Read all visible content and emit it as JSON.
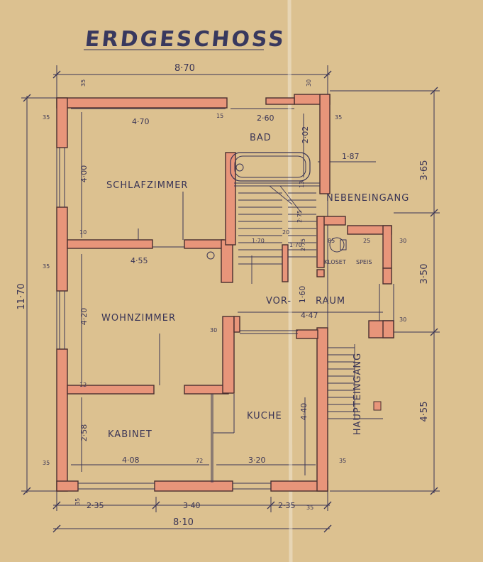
{
  "title": "ERDGESCHOSS",
  "rooms": {
    "bad": "BAD",
    "schlafzimmer": "SCHLAFZIMMER",
    "nebeneingang": "NEBENEINGANG",
    "wohnzimmer": "WOHNZIMMER",
    "vorraum_a": "VOR-",
    "vorraum_b": "RAUM",
    "kloset": "KLOSET",
    "speis": "SPEIS",
    "kabinet": "KABINET",
    "kuche": "KUCHE",
    "haupteingang": "HAUPTEINGANG"
  },
  "dims": {
    "top_total": "8·70",
    "bottom_total": "8·10",
    "left_total": "11·70",
    "right_upper": "3·65",
    "right_middle": "3·50",
    "right_lower": "4·55",
    "schlaf_w": "4·70",
    "schlaf_h": "4·00",
    "bad_w": "2·60",
    "bad_h": "2·02",
    "wohn_w": "4·55",
    "wohn_h": "4·20",
    "vorraum_w": "4·47",
    "vorraum_h": "1·60",
    "neben_w": "1·87",
    "kabinet_w": "4·08",
    "kabinet_h": "2·58",
    "kuche_w": "3·20",
    "kuche_h": "4·40",
    "bottom_a": "2·35",
    "bottom_b": "3·40",
    "bottom_c": "2·35",
    "stair_a": "2·75",
    "stair_b": "2·75",
    "stair_c": "1·70",
    "stair_d": "1·70",
    "w35": "35",
    "w30": "30",
    "w15": "15",
    "w12": "12",
    "w10": "10",
    "w25": "25",
    "w85": "85",
    "w72": "72",
    "w13": "13",
    "w20": "20"
  },
  "colors": {
    "paper": "#dcc190",
    "wall": "#e8957a",
    "ink": "#3a3556"
  }
}
